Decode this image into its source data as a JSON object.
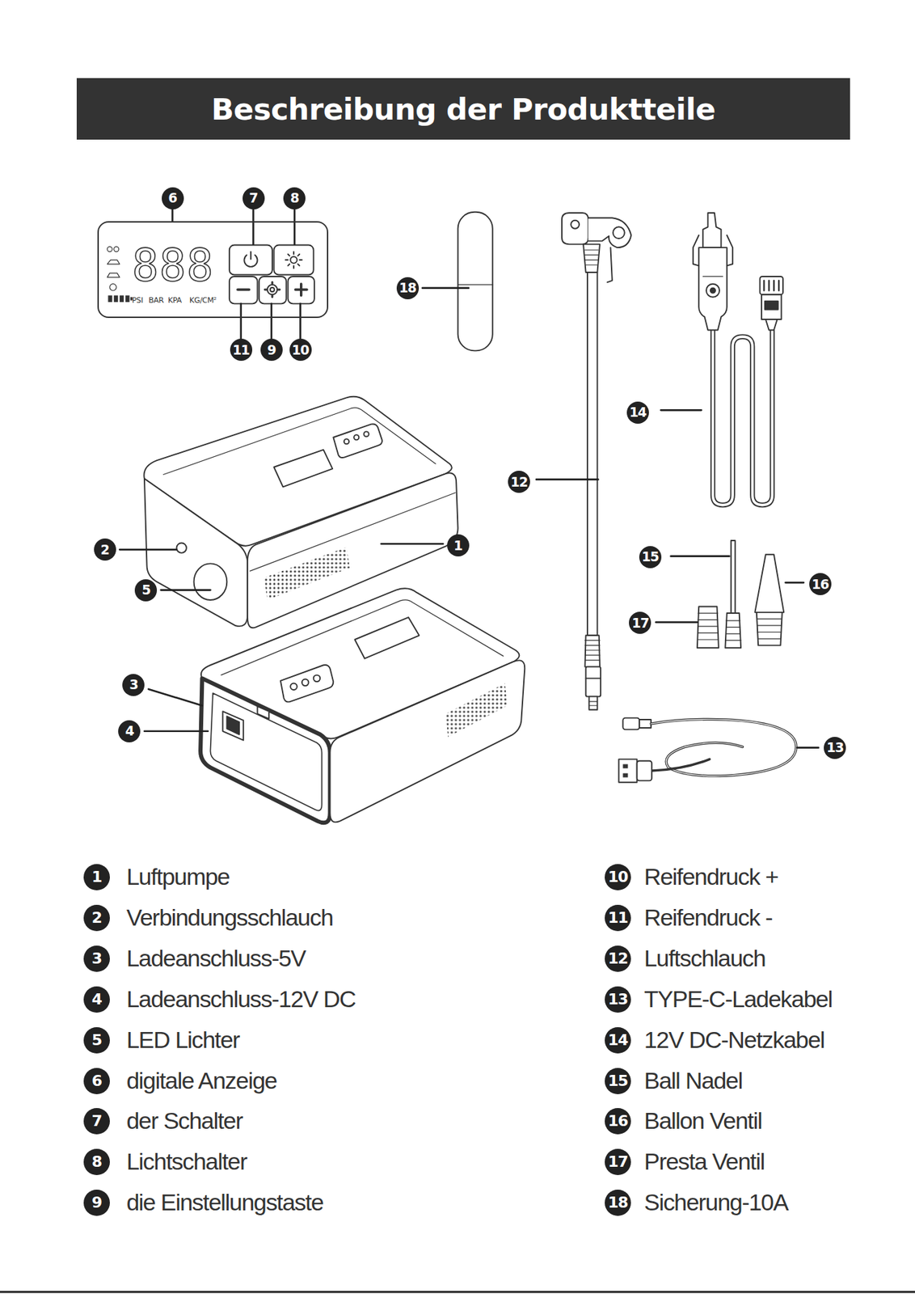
{
  "diagram": {
    "title": "Beschreibung der Produktteile",
    "nodes": [
      {
        "text": [
          "888",
          "PSI",
          "BAR",
          "KPA",
          "KG/CM²"
        ]
      }
    ],
    "labels": [
      "6",
      "7",
      "8",
      "18",
      "11",
      "9",
      "10",
      "14",
      "12",
      "2",
      "1",
      "5",
      "15",
      "16",
      "17",
      "3",
      "4",
      "13",
      "1",
      "Luftpumpe",
      "10",
      "Reifendruck +",
      "2",
      "Verbindungsschlauch",
      "11",
      "Reifendruck -",
      "3",
      "Ladeanschluss-5V",
      "12",
      "Luftschlauch",
      "4",
      "Ladeanschluss-12V DC",
      "13",
      "TYPE-C-Ladekabel",
      "5",
      "LED Lichter",
      "14",
      "12V DC-Netzkabel",
      "6",
      "digitale Anzeige",
      "15",
      "Ball Nadel",
      "7",
      "der Schalter",
      "16",
      "Ballon Ventil",
      "8",
      "Lichtschalter",
      "17",
      "Presta Ventil",
      "9",
      "die Einstellungstaste",
      "18",
      "Sicherung-10A"
    ]
  }
}
